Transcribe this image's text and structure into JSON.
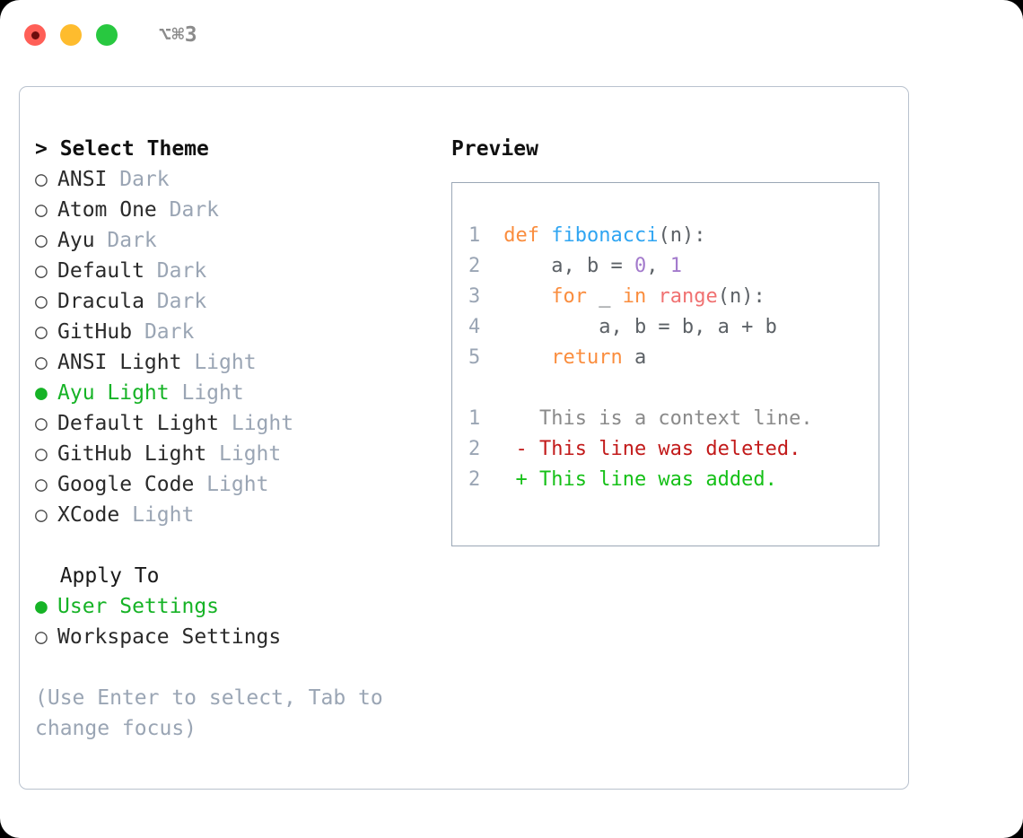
{
  "titlebar": {
    "lights": [
      {
        "name": "close-button",
        "color": "#ff5f57"
      },
      {
        "name": "minimize-button",
        "color": "#febc2e"
      },
      {
        "name": "maximize-button",
        "color": "#28c840"
      }
    ],
    "shortcut": "⌥⌘3"
  },
  "theme_section": {
    "header": "> Select Theme",
    "items": [
      {
        "bullet": "○",
        "label": "ANSI",
        "tag": "Dark",
        "selected": false
      },
      {
        "bullet": "○",
        "label": "Atom One",
        "tag": "Dark",
        "selected": false
      },
      {
        "bullet": "○",
        "label": "Ayu",
        "tag": "Dark",
        "selected": false
      },
      {
        "bullet": "○",
        "label": "Default",
        "tag": "Dark",
        "selected": false
      },
      {
        "bullet": "○",
        "label": "Dracula",
        "tag": "Dark",
        "selected": false
      },
      {
        "bullet": "○",
        "label": "GitHub",
        "tag": "Dark",
        "selected": false
      },
      {
        "bullet": "○",
        "label": "ANSI Light",
        "tag": "Light",
        "selected": false
      },
      {
        "bullet": "●",
        "label": "Ayu Light",
        "tag": "Light",
        "selected": true
      },
      {
        "bullet": "○",
        "label": "Default Light",
        "tag": "Light",
        "selected": false
      },
      {
        "bullet": "○",
        "label": "GitHub Light",
        "tag": "Light",
        "selected": false
      },
      {
        "bullet": "○",
        "label": "Google Code",
        "tag": "Light",
        "selected": false
      },
      {
        "bullet": "○",
        "label": "XCode",
        "tag": "Light",
        "selected": false
      }
    ]
  },
  "apply_section": {
    "header": "  Apply To",
    "items": [
      {
        "bullet": "●",
        "label": "User Settings",
        "tag": "",
        "selected": true
      },
      {
        "bullet": "○",
        "label": "Workspace Settings",
        "tag": "",
        "selected": false
      }
    ]
  },
  "hint": "(Use Enter to select, Tab to change focus)",
  "preview": {
    "title": "Preview",
    "code_lines": [
      {
        "lineno": "1",
        "tokens": [
          {
            "t": " ",
            "c": "plain"
          },
          {
            "t": "def",
            "c": "kw"
          },
          {
            "t": " ",
            "c": "plain"
          },
          {
            "t": "fibonacci",
            "c": "fn"
          },
          {
            "t": "(n):",
            "c": "plain"
          }
        ]
      },
      {
        "lineno": "2",
        "tokens": [
          {
            "t": "     a, b = ",
            "c": "plain"
          },
          {
            "t": "0",
            "c": "num"
          },
          {
            "t": ", ",
            "c": "plain"
          },
          {
            "t": "1",
            "c": "num"
          }
        ]
      },
      {
        "lineno": "3",
        "tokens": [
          {
            "t": "     ",
            "c": "plain"
          },
          {
            "t": "for",
            "c": "kw"
          },
          {
            "t": " _ ",
            "c": "plain"
          },
          {
            "t": "in",
            "c": "kw"
          },
          {
            "t": " ",
            "c": "plain"
          },
          {
            "t": "range",
            "c": "builtin"
          },
          {
            "t": "(n):",
            "c": "plain"
          }
        ]
      },
      {
        "lineno": "4",
        "tokens": [
          {
            "t": "         a, b = b, a + b",
            "c": "plain"
          }
        ]
      },
      {
        "lineno": "5",
        "tokens": [
          {
            "t": "     ",
            "c": "plain"
          },
          {
            "t": "return",
            "c": "kw"
          },
          {
            "t": " a",
            "c": "plain"
          }
        ]
      }
    ],
    "diff_lines": [
      {
        "lineno": "1",
        "marker": " ",
        "text": " This is a context line.",
        "kind": "ctx"
      },
      {
        "lineno": "2",
        "marker": "-",
        "text": " This line was deleted.",
        "kind": "del"
      },
      {
        "lineno": "2",
        "marker": "+",
        "text": " This line was added.",
        "kind": "add"
      }
    ]
  },
  "colors": {
    "accent_green": "#16b326",
    "muted": "#9aa5b4",
    "keyword": "#fa8d3e",
    "function": "#2fa5f2",
    "number": "#a37acc",
    "builtin": "#f07171",
    "diff_delete": "#c21a1a",
    "diff_add": "#15c017",
    "border": "#9aa7b6"
  }
}
